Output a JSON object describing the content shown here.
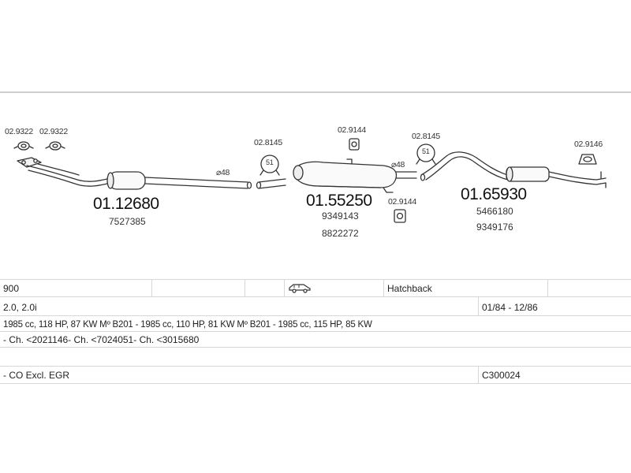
{
  "parts": {
    "clamp_left_1": "02.9322",
    "clamp_left_2": "02.9322",
    "front_pipe_code": "01.12680",
    "front_pipe_oe": "7527385",
    "dia_front": "⌀48",
    "clamp_mid_1": "02.8145",
    "mount_mid_top": "02.9144",
    "middle_silencer_code": "01.55250",
    "middle_oe_1": "9349143",
    "middle_oe_2": "8822272",
    "dia_mid": "⌀48",
    "mount_mid_bottom": "02.9144",
    "clamp_rear": "02.8145",
    "rear_silencer_code": "01.65930",
    "rear_oe_1": "5466180",
    "rear_oe_2": "9349176",
    "mount_rear": "02.9146",
    "clamp_badge_1": "51",
    "clamp_badge_2": "51"
  },
  "vehicle": {
    "model": "900",
    "body_type": "Hatchback",
    "engine": "2.0, 2.0i",
    "years": "01/84 - 12/86",
    "engine_details": "1985 cc, 118 HP, 87 KW Mº B201 - 1985 cc, 110 HP, 81 KW Mº B201 - 1985 cc, 115 HP, 85 KW",
    "chassis": "- Ch. <2021146- Ch. <7024051- Ch. <3015680",
    "emission": "- CO Excl. EGR",
    "system_code": "C300024"
  },
  "icons": {
    "car": "car-icon"
  }
}
